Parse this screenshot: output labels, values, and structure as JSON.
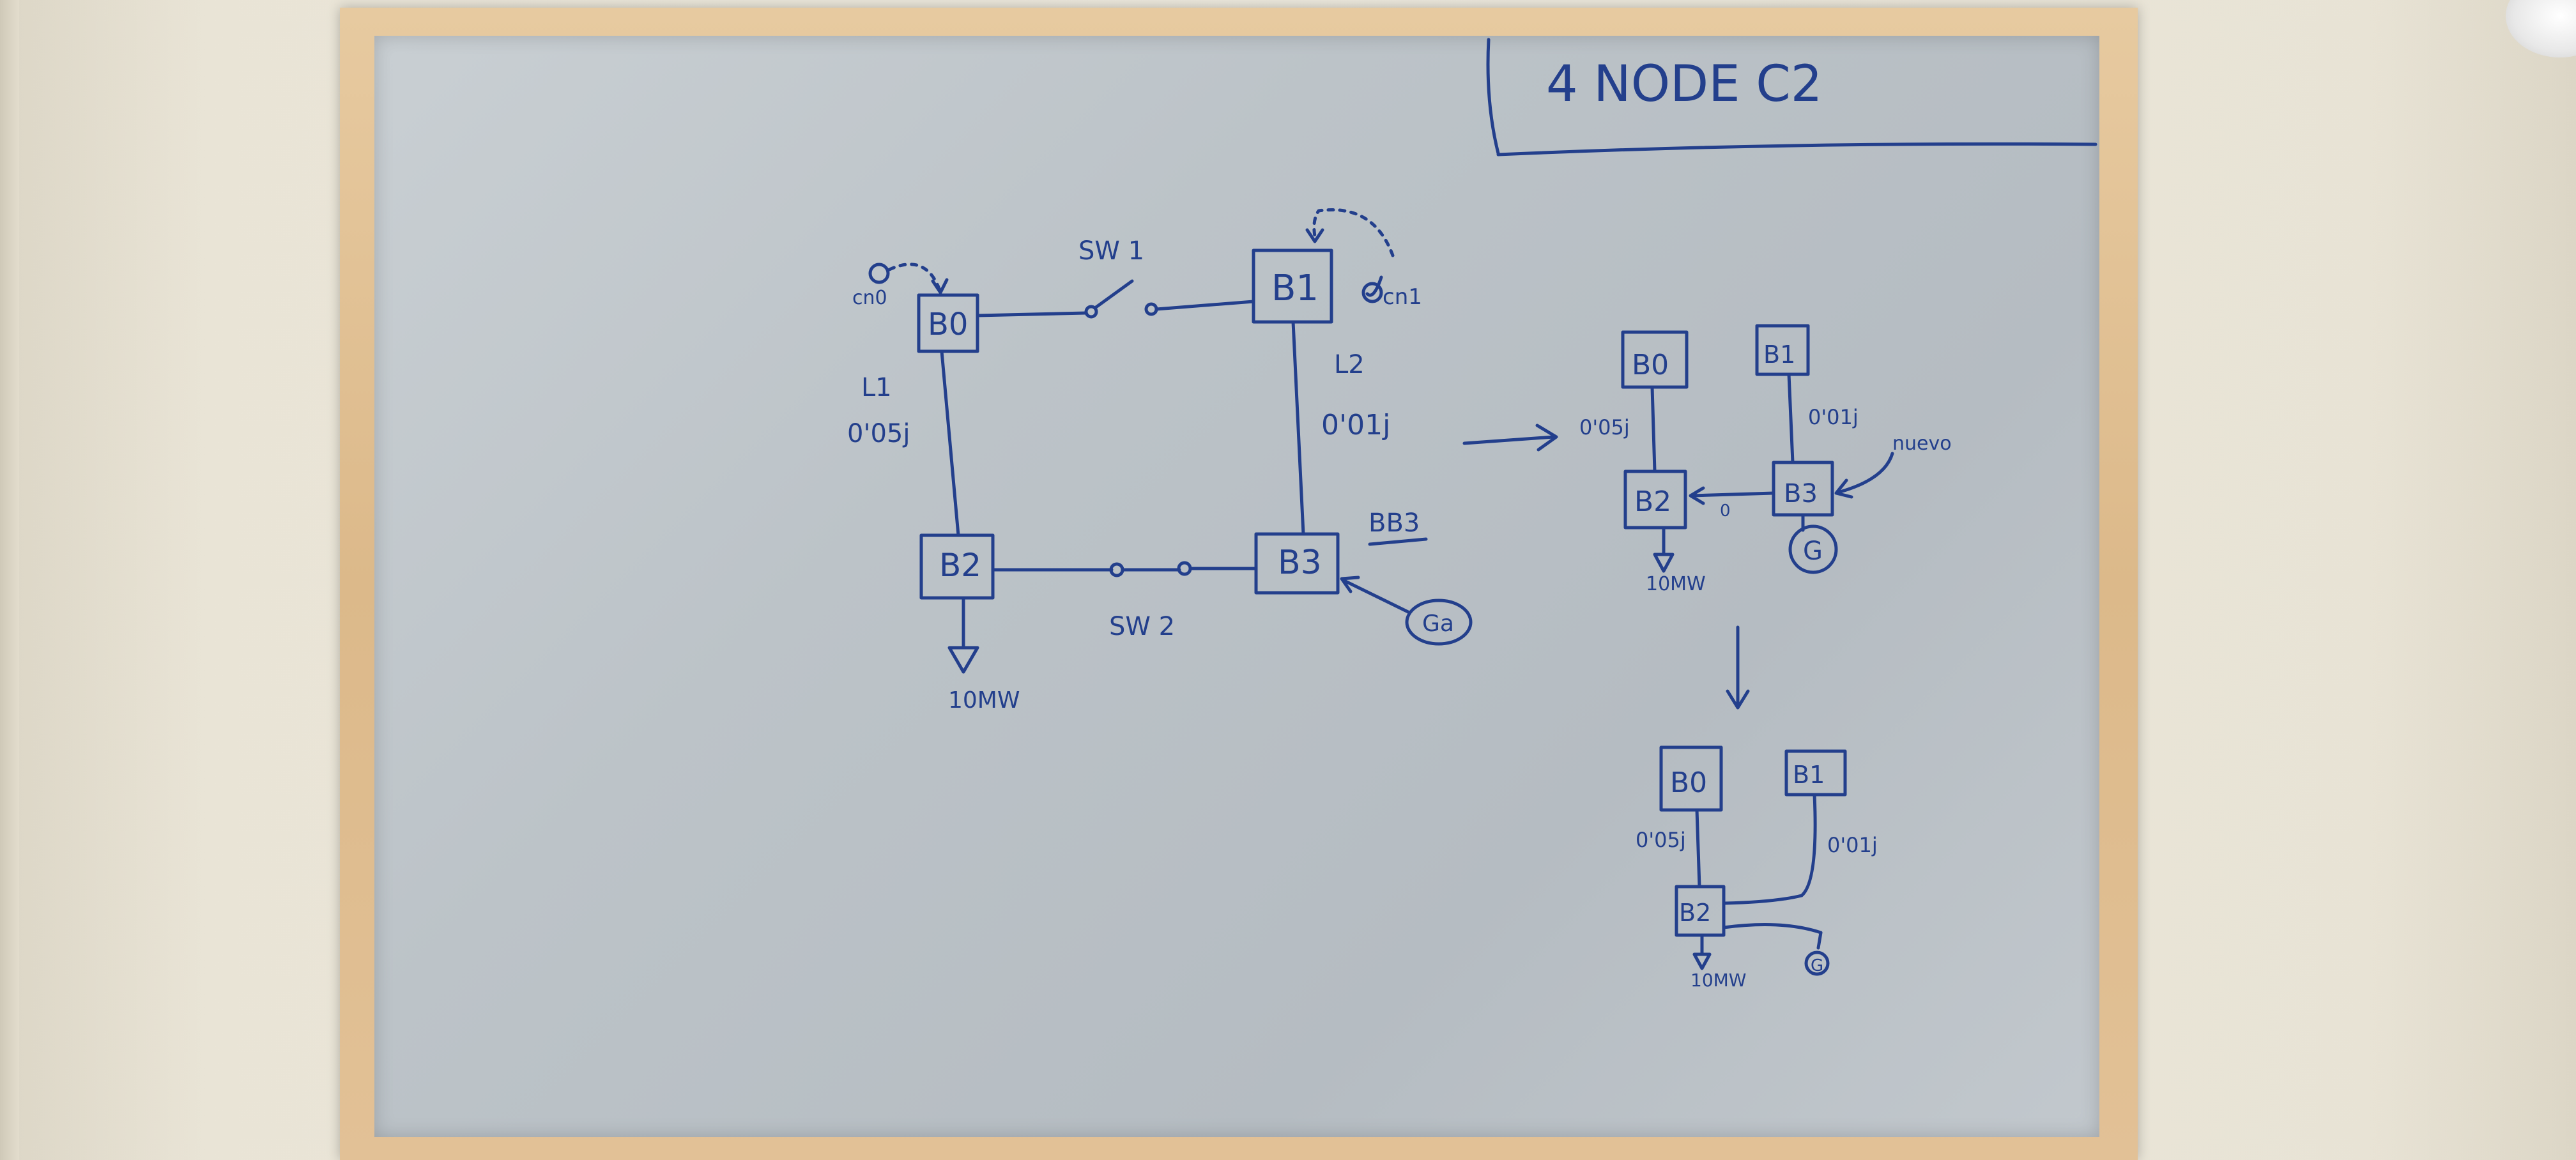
{
  "title": "4 NODE C2",
  "ink_color": "#233f8c",
  "diagram_main": {
    "buses": [
      "B0",
      "B1",
      "B2",
      "B3"
    ],
    "switches": [
      "SW 1",
      "SW 2"
    ],
    "lines": [
      {
        "name": "L1",
        "impedance": "0'05j"
      },
      {
        "name": "L2",
        "impedance": "0'01j"
      }
    ],
    "cn0": "cn0",
    "cn1": "cn1",
    "bb3": "BB3",
    "generator": "Ga",
    "load": "10MW"
  },
  "diagram_reduced_1": {
    "buses": [
      "B0",
      "B1",
      "B2",
      "B3"
    ],
    "impedance_b0_b2": "0'05j",
    "impedance_b1_b3": "0'01j",
    "zero_label": "0",
    "nuevo": "nuevo",
    "generator": "G",
    "load": "10MW"
  },
  "diagram_reduced_2": {
    "buses": [
      "B0",
      "B1",
      "B2"
    ],
    "impedance_b0_b2": "0'05j",
    "impedance_b1_b2": "0'01j",
    "generator": "G",
    "load": "10MW"
  }
}
